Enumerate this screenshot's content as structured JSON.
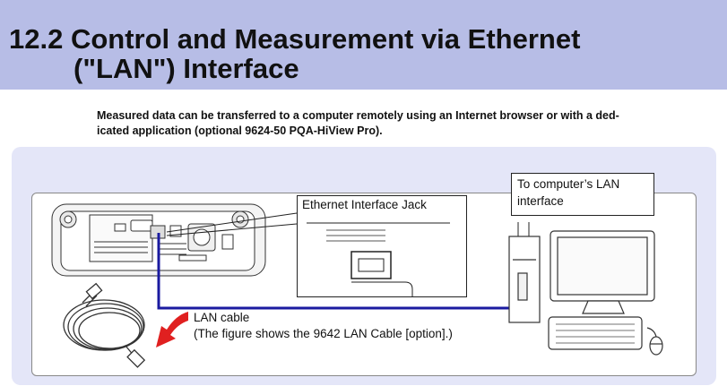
{
  "header": {
    "title_line1": "12.2  Control and Measurement via Ethernet",
    "title_line2": "(\"LAN\") Interface"
  },
  "intro": {
    "line1": "Measured data can be transferred to a computer remotely using an Internet browser or with a ded-",
    "line2": "icated application (optional 9624-50 PQA-HiView Pro)."
  },
  "figure": {
    "jack_label": "Ethernet Interface Jack",
    "computer_label_line1": "To computer’s LAN",
    "computer_label_line2": "interface",
    "cable_label": "LAN cable",
    "cable_note": "(The figure shows the 9642 LAN Cable [option].)",
    "cable_color": "#1a1aa0",
    "arrow_color": "#e02020"
  }
}
